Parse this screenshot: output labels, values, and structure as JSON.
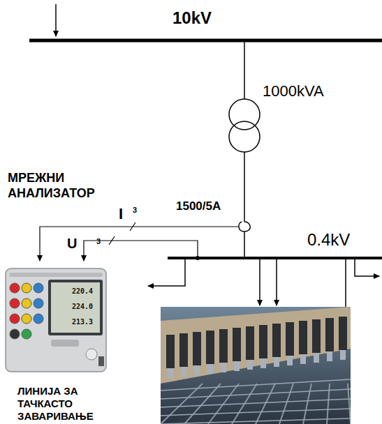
{
  "diagram": {
    "nodes": [
      {
        "text": [
          "МРЕЖНИ АНАЛИЗАТОР"
        ]
      },
      {
        "text": [
          "ЛИНИЈА ЗА ТАЧКАСТО ЗАВАРИВАЊЕ"
        ]
      }
    ],
    "labels": [
      "10kV",
      "1000kVA",
      "1500/5A",
      "I",
      "3",
      "U",
      "3",
      "0.4kV",
      "220.4",
      "224.0",
      "213.3"
    ]
  }
}
